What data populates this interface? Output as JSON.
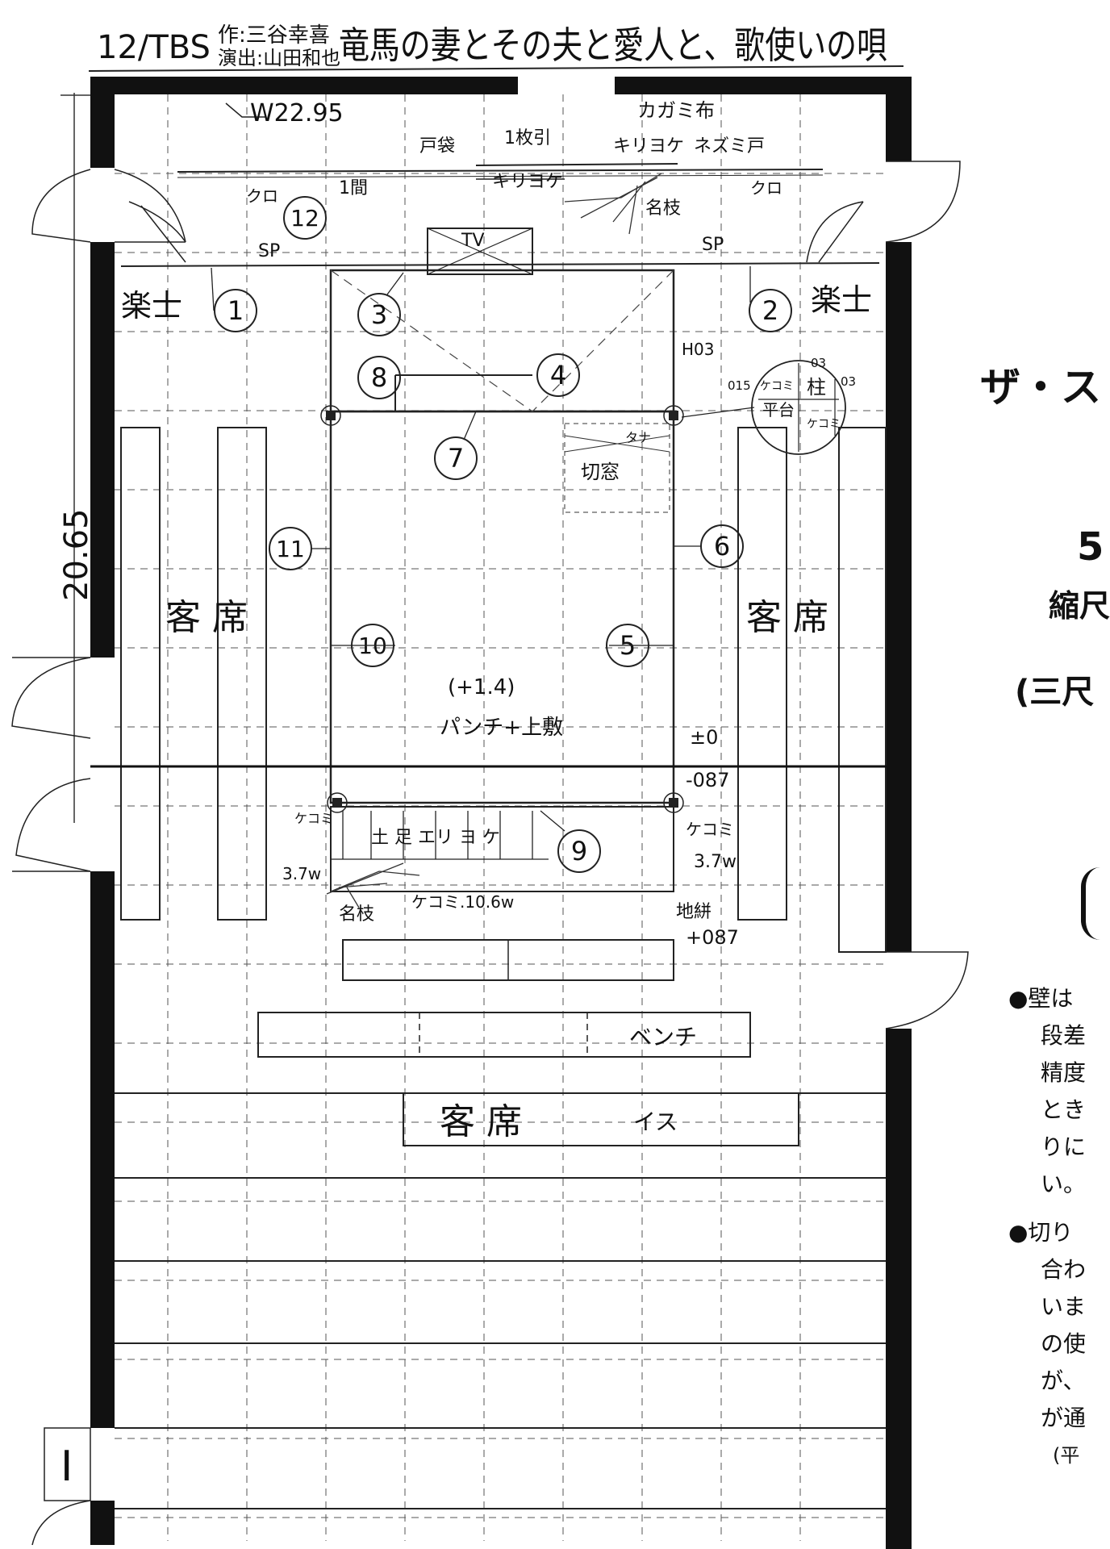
{
  "header": {
    "code": "12/TBS",
    "credits_line1": "作:三谷幸喜",
    "credits_line2": "演出:山田和也",
    "title": "竜馬の妻とその夫と愛人と、歌使いの唄"
  },
  "dimensions": {
    "width": "W22.95",
    "depth": "20.65"
  },
  "right_panel": {
    "heading": "ザ・ス",
    "number": "5",
    "sub1": "縮尺",
    "sub2": "(三尺",
    "para1": [
      "●壁は",
      "段差",
      "精度",
      "とき",
      "りに",
      "い。"
    ],
    "para2": [
      "●切り",
      "合わ",
      "いま",
      "の使",
      "が、",
      "が通",
      "(平"
    ]
  },
  "labels": {
    "kagami": "カガミ布",
    "todana": "戸袋",
    "hikido": "1枚引",
    "kiriake1": "キリヨケ",
    "kiriake2": "キリヨケ",
    "nesudo": "ネズミ戸",
    "kuro_left": "クロ",
    "kuro_right": "クロ",
    "ikke": "1間",
    "meieda_top": "名枝",
    "sp_left": "SP",
    "sp_right": "SP",
    "gakushi_left": "楽士",
    "gakushi_right": "楽士",
    "tv": "TV",
    "h03": "H03",
    "kirimado": "切窓",
    "tana": "タナ",
    "detail_015": "015",
    "detail_03a": "03",
    "detail_03b": "03",
    "detail_kekomi": "ケコミ",
    "detail_hashira": "柱",
    "detail_hirabu": "平台",
    "detail_kekomi2": "ケコミ",
    "kyakuseki_left": "客 席",
    "kyakuseki_right": "客 席",
    "height_stage": "(+1.4)",
    "floor_finish": "パンチ+上敷",
    "pm0": "±0",
    "minus087": "-087",
    "kekomi_left": "ケコミ",
    "kekomi_left_dim": "3.7w",
    "kekomi_right": "ケコミ",
    "kekomi_right_dim": "3.7w",
    "step_text": "土 足 エリ ヨ ケ",
    "meieda_bottom": "名枝",
    "kekomi_bottom": "ケコミ.10.6w",
    "jigasuri": "地絣",
    "plus087": "+087",
    "bench": "ベンチ",
    "kyakuseki_bottom": "客 席",
    "isu": "イス",
    "door_mark": "I"
  },
  "numbers": [
    "1",
    "2",
    "3",
    "4",
    "5",
    "6",
    "7",
    "8",
    "9",
    "10",
    "11",
    "12"
  ]
}
